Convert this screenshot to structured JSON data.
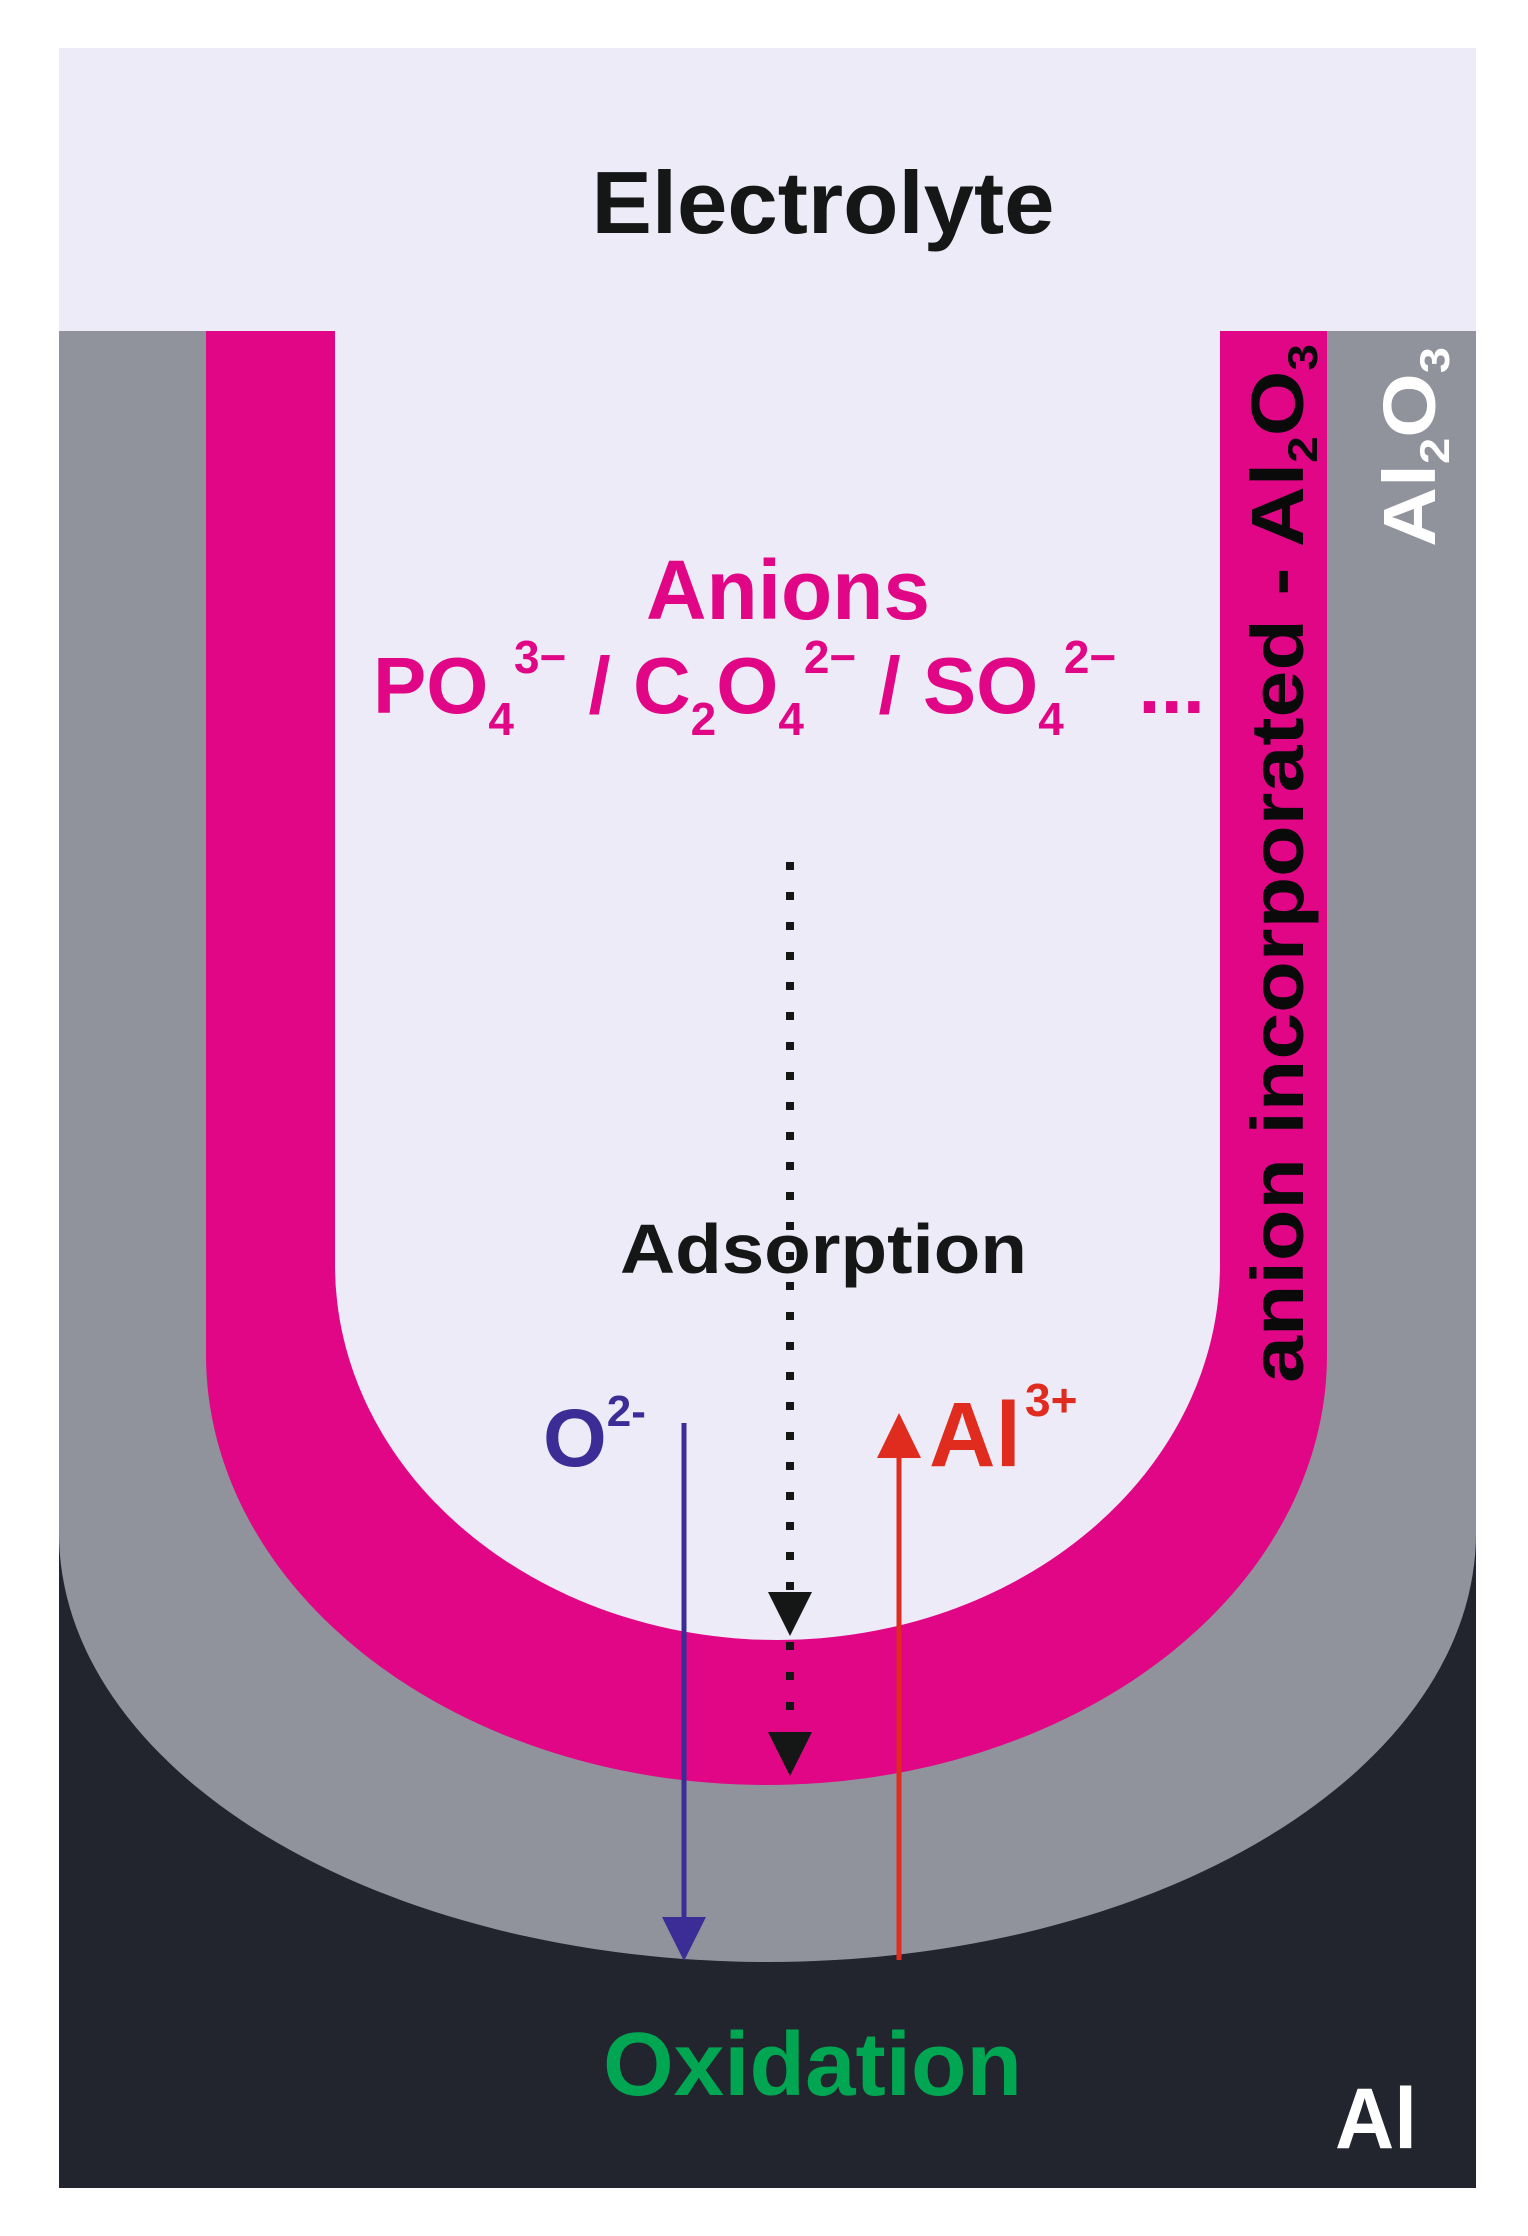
{
  "diagram": {
    "regions": {
      "electrolyte": {
        "label": "Electrolyte",
        "color": "#ecebf7",
        "text_color": "#151716"
      },
      "anion_layer": {
        "label": "anion incorporated - Al",
        "sub": "2",
        "label_o": "O",
        "sub2": "3",
        "color": "#e10685",
        "text_color": "#0a0a0a"
      },
      "oxide_layer": {
        "label": "Al",
        "sub": "2",
        "label_o": "O",
        "sub2": "3",
        "color": "#90929c",
        "text_color": "#ffffff"
      },
      "metal": {
        "label": "Al",
        "color": "#22242e",
        "text_color": "#ffffff"
      }
    },
    "anions": {
      "title": "Anions",
      "color": "#e10685",
      "formula": {
        "po": "PO",
        "po_sub": "4",
        "po_sup": "3−",
        "sep1": " / ",
        "c": "C",
        "c_sub": "2",
        "co": "O",
        "co_sub": "4",
        "co_sup": "2−",
        "sep2": " / ",
        "so": "SO",
        "so_sub": "4",
        "so_sup": "2−",
        "ellipsis": " ..."
      }
    },
    "adsorption": {
      "label": "Adsorption",
      "color": "#151716"
    },
    "oxygen_ion": {
      "label": "O",
      "sup": "2-",
      "color": "#3b2c96",
      "direction": "down"
    },
    "aluminum_ion": {
      "label": "Al",
      "sup": "3+",
      "color": "#e02b1f",
      "direction": "up"
    },
    "oxidation": {
      "label": "Oxidation",
      "color": "#00a651"
    }
  }
}
